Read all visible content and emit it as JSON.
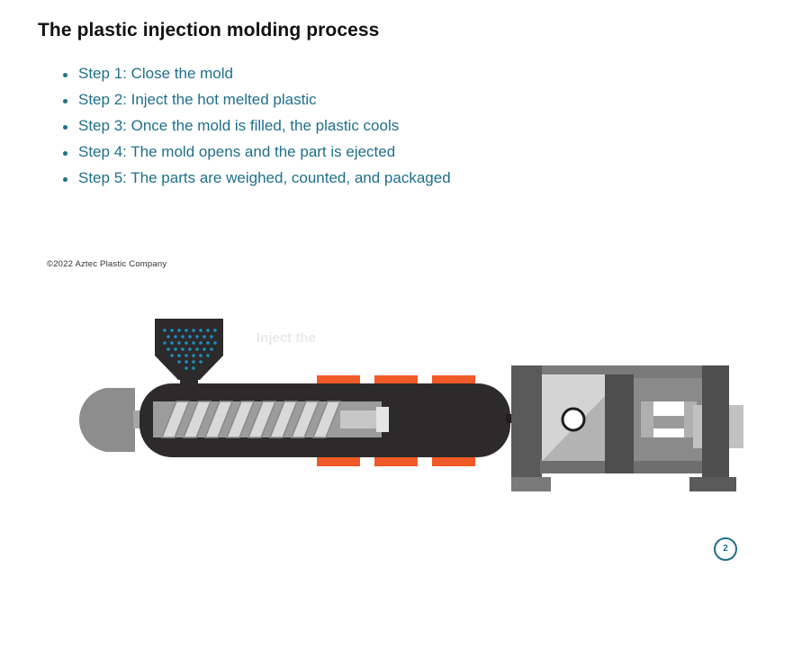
{
  "title": "The plastic injection molding process",
  "steps": [
    "Step 1: Close the mold",
    "Step 2: Inject the hot melted plastic",
    "Step 3: Once the mold is filled, the plastic cools",
    "Step 4: The mold opens and the part is ejected",
    "Step 5: The parts are weighed, counted, and packaged"
  ],
  "copyright": "©2022 Aztec Plastic Company",
  "diagram": {
    "ghost_caption": "Inject the",
    "colors": {
      "body": "#2d2a2b",
      "heater": "#f05a28",
      "pellets": "#1b8fc0",
      "frame": "#5a5a5a",
      "screw": "#c7c7c7"
    }
  },
  "page_number": "2"
}
